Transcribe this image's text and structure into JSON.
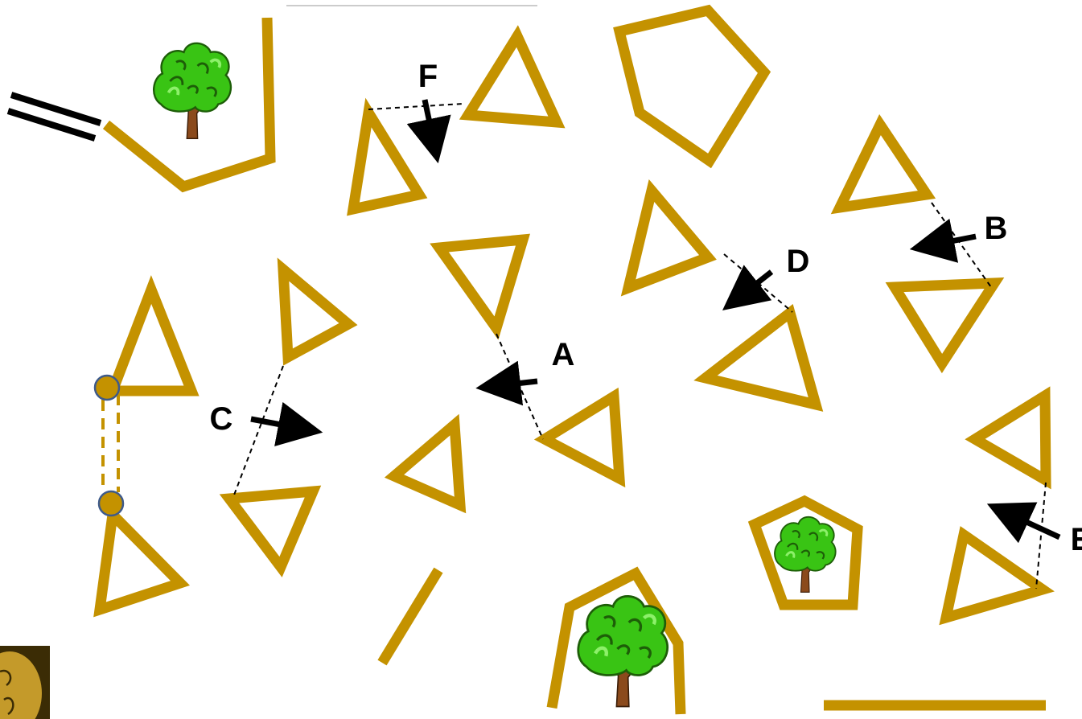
{
  "labels": {
    "A": "A",
    "B": "B",
    "C": "C",
    "D": "D",
    "E": "E",
    "F": "F"
  },
  "colors": {
    "shape_stroke": "#C49200",
    "arrow": "#000000",
    "dashed_link": "#000000",
    "tree_foliage": "#39C414",
    "tree_trunk": "#8B4A1C",
    "circle_fill": "#C49200",
    "circle_outline": "#3E5A8A"
  },
  "icons": {
    "tree": "tree-icon",
    "corner": "game-token-icon"
  }
}
